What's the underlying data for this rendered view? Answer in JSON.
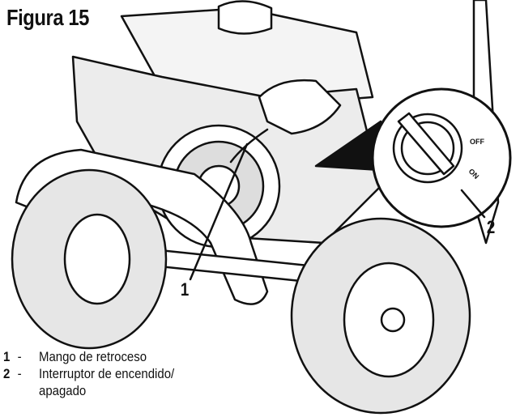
{
  "figure": {
    "title": "Figura 15",
    "callouts": [
      {
        "number": "1"
      },
      {
        "number": "2"
      }
    ],
    "switch_labels": {
      "off": "OFF",
      "on": "ON"
    }
  },
  "legend": [
    {
      "number": "1",
      "dash": "-",
      "text": "Mango de retroceso"
    },
    {
      "number": "2",
      "dash": "-",
      "text": "Interruptor de encendido/ apagado"
    }
  ],
  "colors": {
    "ink": "#111111",
    "background": "#ffffff",
    "shade": "#3a3a3a"
  }
}
